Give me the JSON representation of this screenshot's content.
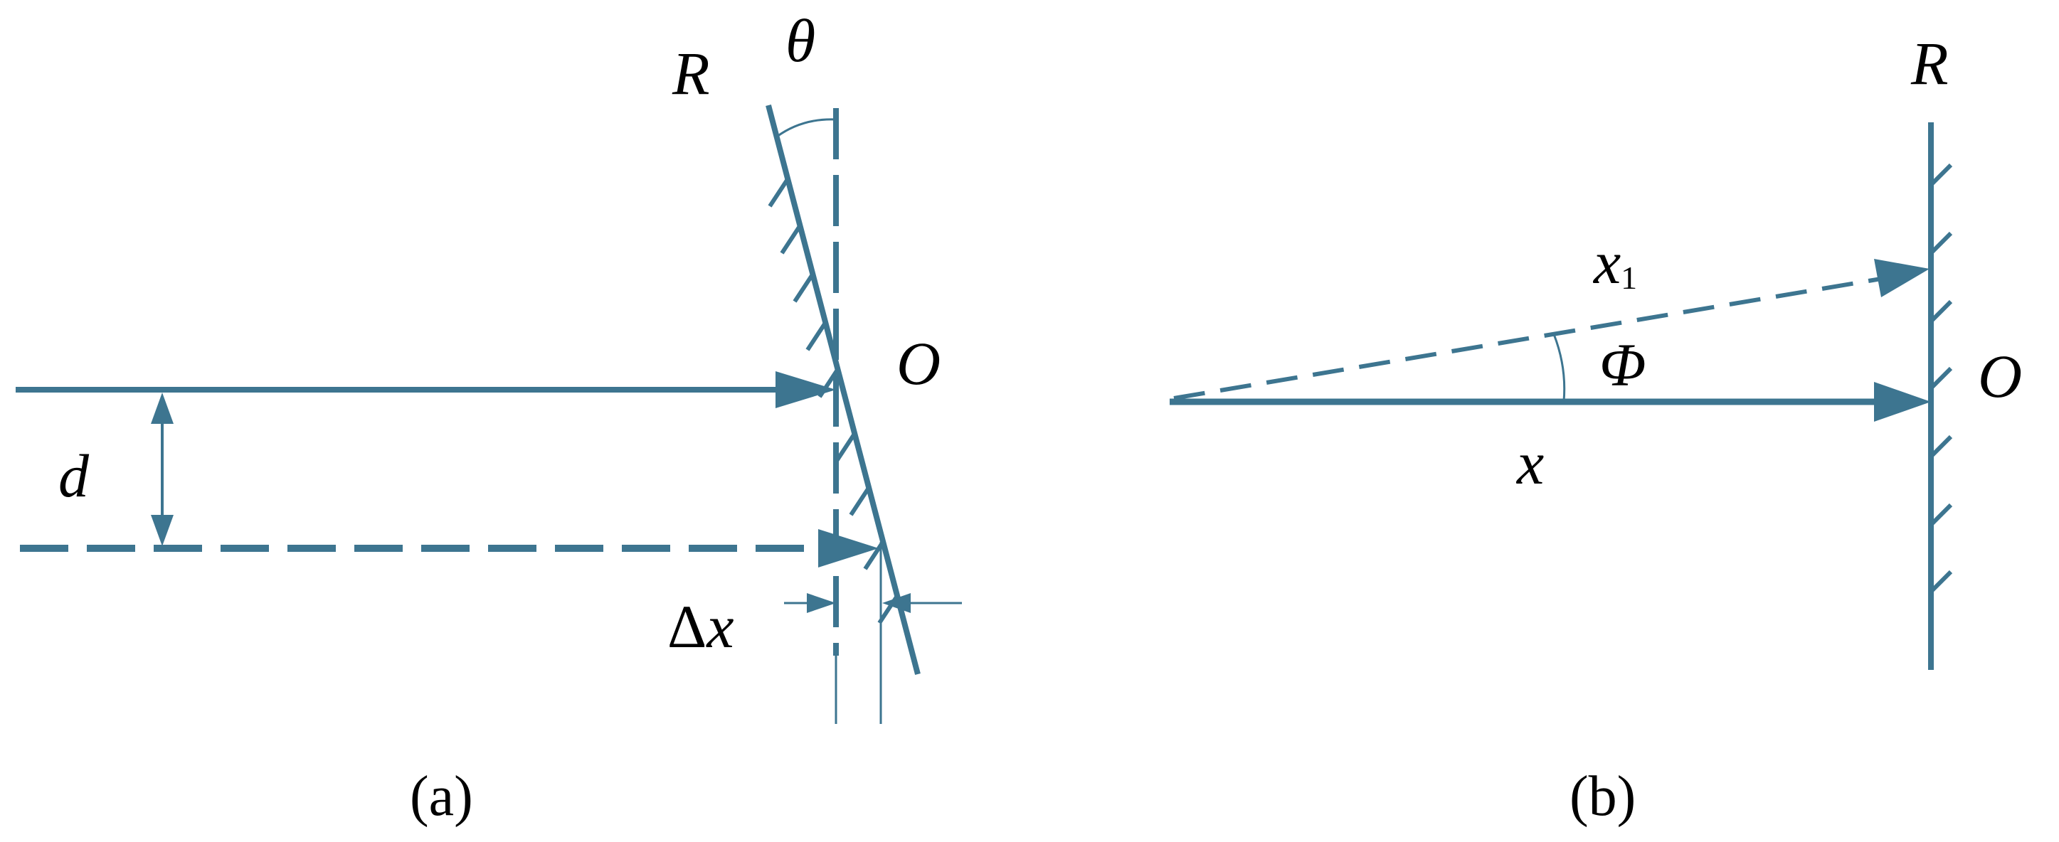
{
  "panel_a": {
    "mirror_label": "R",
    "angle_label": "θ",
    "point_label": "O",
    "distance_label": "d",
    "delta_symbol": "Δ",
    "delta_var": "x",
    "caption": "(a)"
  },
  "panel_b": {
    "mirror_label": "R",
    "ray1_label_var": "x",
    "ray1_label_sub": "1",
    "angle_label": "Φ",
    "point_label": "O",
    "ray_label": "x",
    "caption": "(b)"
  },
  "colors": {
    "stroke": "#3d7590",
    "text": "#000000"
  }
}
